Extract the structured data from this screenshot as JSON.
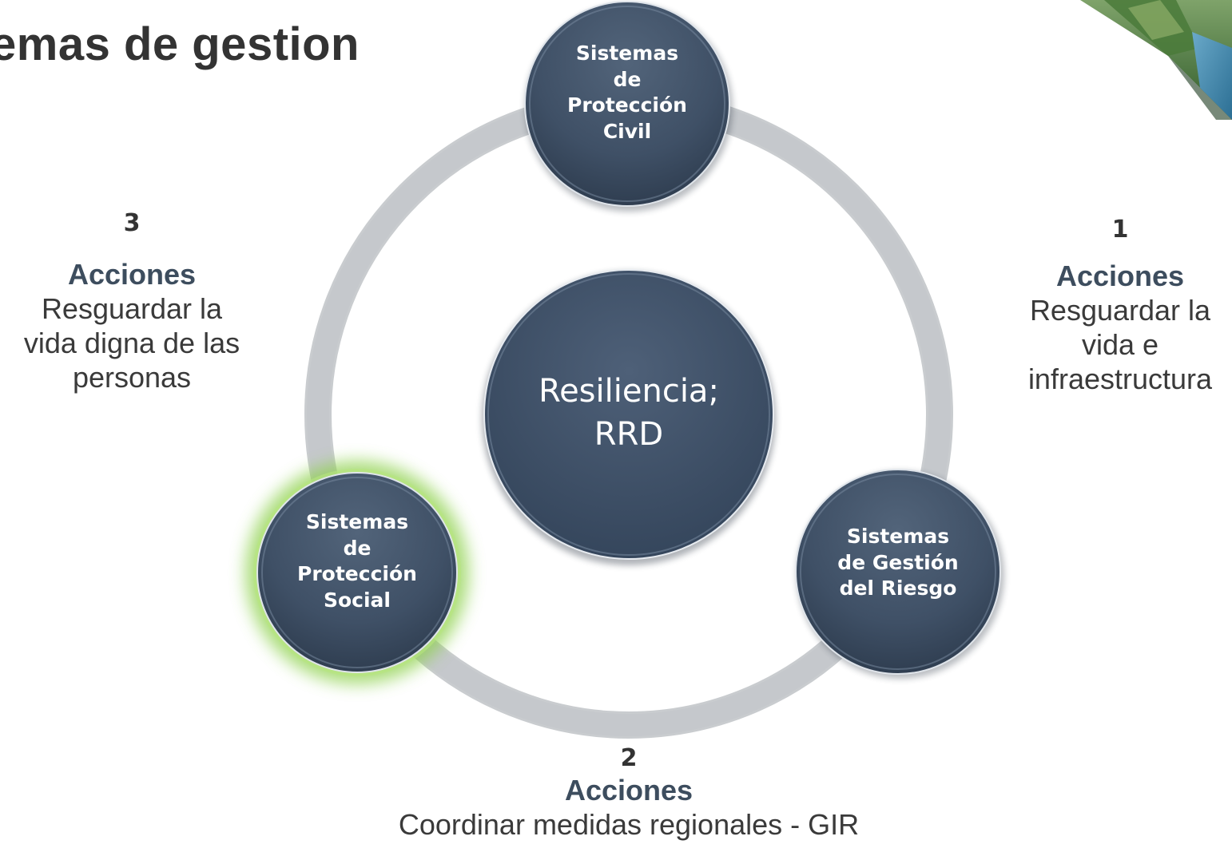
{
  "title": "emas de gestion",
  "center": {
    "line1": "Resiliencia;",
    "line2": "RRD"
  },
  "nodes": {
    "civil": {
      "lines": [
        "Sistemas",
        "de",
        "Protección",
        "Civil"
      ]
    },
    "riesgo": {
      "lines": [
        "Sistemas",
        "de Gestión",
        "del Riesgo"
      ]
    },
    "social": {
      "lines": [
        "Sistemas",
        "de",
        "Protección",
        "Social"
      ]
    }
  },
  "actions": {
    "right": {
      "number": "1",
      "heading": "Acciones",
      "lines": [
        "Resguardar la",
        "vida e",
        "infraestructura"
      ]
    },
    "bottom": {
      "number": "2",
      "heading": "Acciones",
      "lines": [
        "Coordinar medidas regionales - GIR"
      ]
    },
    "left": {
      "number": "3",
      "heading": "Acciones",
      "lines": [
        "Resguardar la",
        "vida digna de las",
        "personas"
      ]
    }
  },
  "colors": {
    "node_fill": "#3f5066",
    "ring": "#c2c5ca",
    "glow": "#8fd14f",
    "text_dark": "#333333"
  }
}
